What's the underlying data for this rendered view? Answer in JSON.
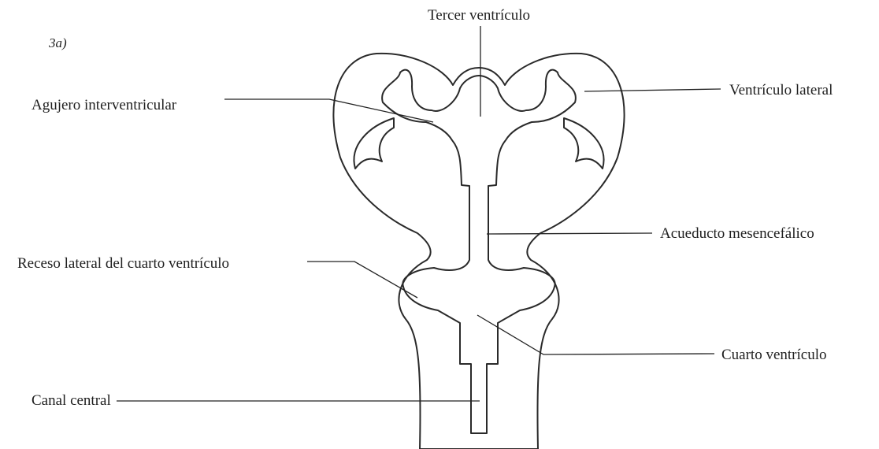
{
  "figure": {
    "number": "3a)",
    "colors": {
      "tissue": "#f4d6d0",
      "tissue_lower": "#f8ecd8",
      "cavity": "#ffffff",
      "outline": "#2a2a2a"
    },
    "labels": {
      "third_ventricle": "Tercer ventrículo",
      "interventricular_foramen": "Agujero interventricular",
      "lateral_ventricle": "Ventrículo lateral",
      "cerebral_aqueduct": "Acueducto mesencefálico",
      "lateral_recess": "Receso lateral del cuarto ventrículo",
      "fourth_ventricle": "Cuarto ventrículo",
      "central_canal": "Canal central"
    }
  }
}
